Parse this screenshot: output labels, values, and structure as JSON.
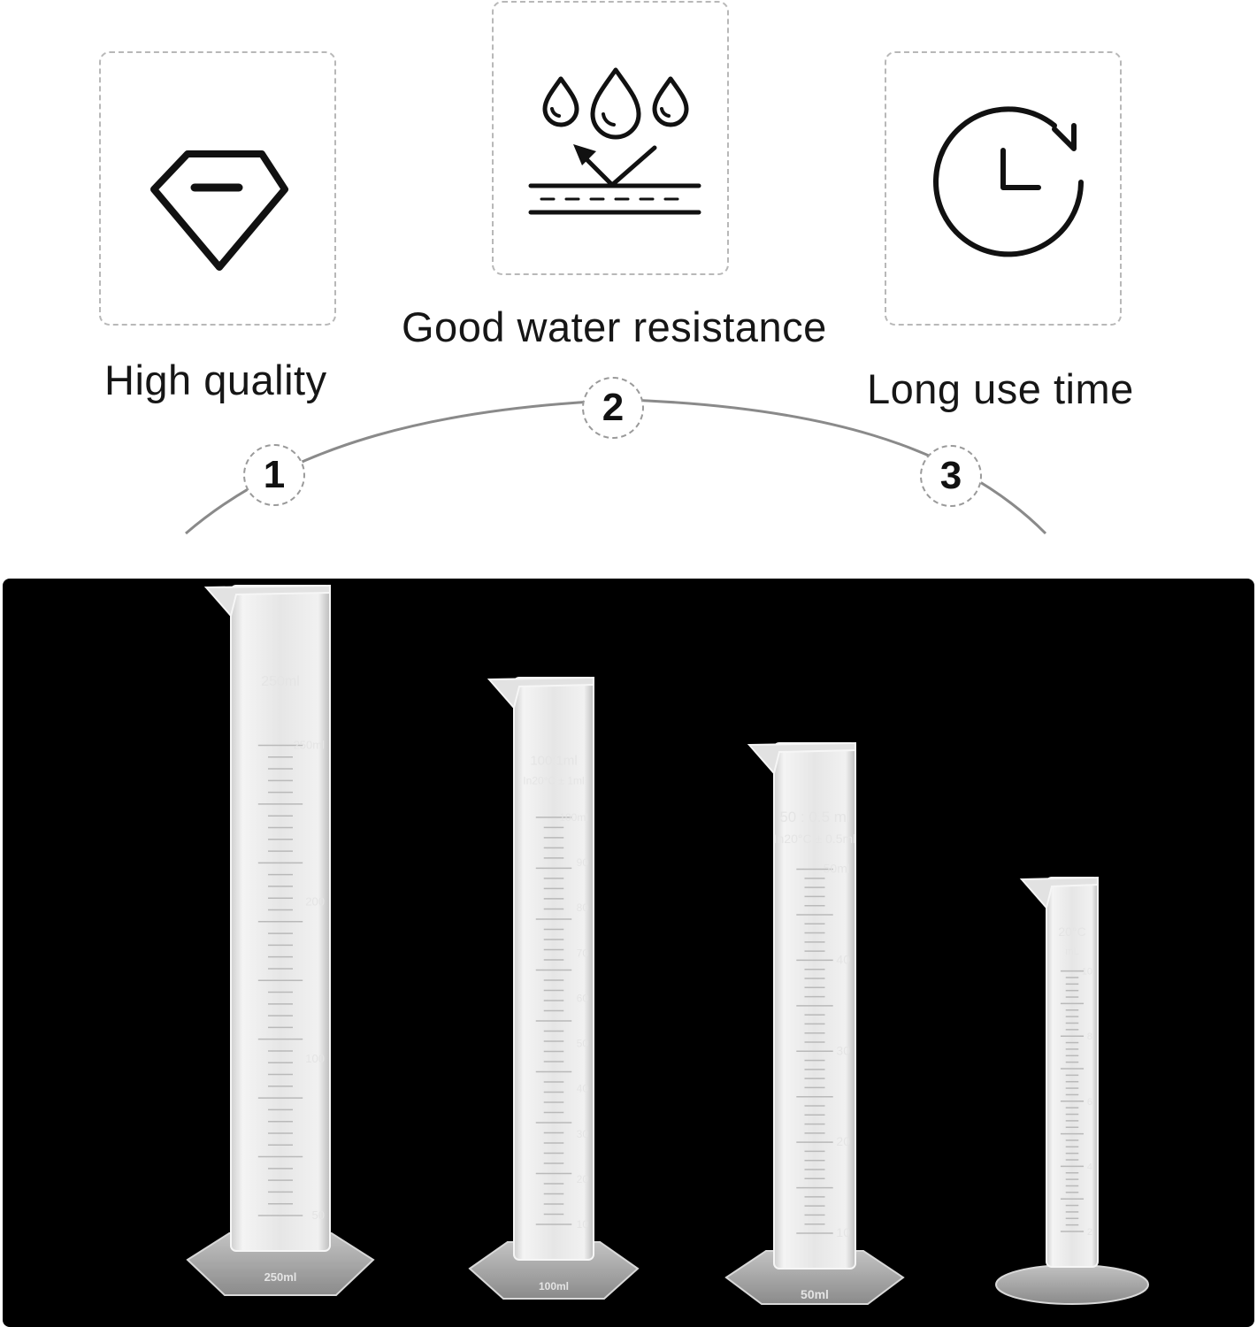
{
  "features": [
    {
      "number": "1",
      "label": "High quality",
      "icon": "diamond-icon"
    },
    {
      "number": "2",
      "label": "Good water resistance",
      "icon": "water-drops-icon"
    },
    {
      "number": "3",
      "label": "Long use time",
      "icon": "clock-refresh-icon"
    }
  ],
  "cylinders": [
    {
      "name": "250ml graduated cylinder",
      "top_text": "250ml",
      "base_text": "250ml",
      "scale_labels": [
        "250ml",
        "200",
        "100",
        "50"
      ]
    },
    {
      "name": "100ml graduated cylinder",
      "top_text": "100:1ml",
      "sub_text": "In20°C ± 1ml",
      "base_text": "100ml",
      "scale_labels": [
        "100ml",
        "90",
        "80",
        "70",
        "60",
        "50",
        "40",
        "30",
        "20",
        "10"
      ]
    },
    {
      "name": "50ml graduated cylinder",
      "top_text": "50 : 0.5 ml",
      "sub_text": "In20°C ± 0.5ml",
      "base_text": "50ml",
      "scale_labels": [
        "50ml",
        "40",
        "30",
        "20",
        "10"
      ]
    },
    {
      "name": "10ml graduated cylinder",
      "top_text": "20°C",
      "sub_text": "mL",
      "scale_labels": [
        "10",
        "8",
        "6",
        "4",
        "2"
      ]
    }
  ],
  "colors": {
    "photo_background": "#000000",
    "cylinder": "#e8e8e8",
    "icon_stroke": "#111111"
  }
}
